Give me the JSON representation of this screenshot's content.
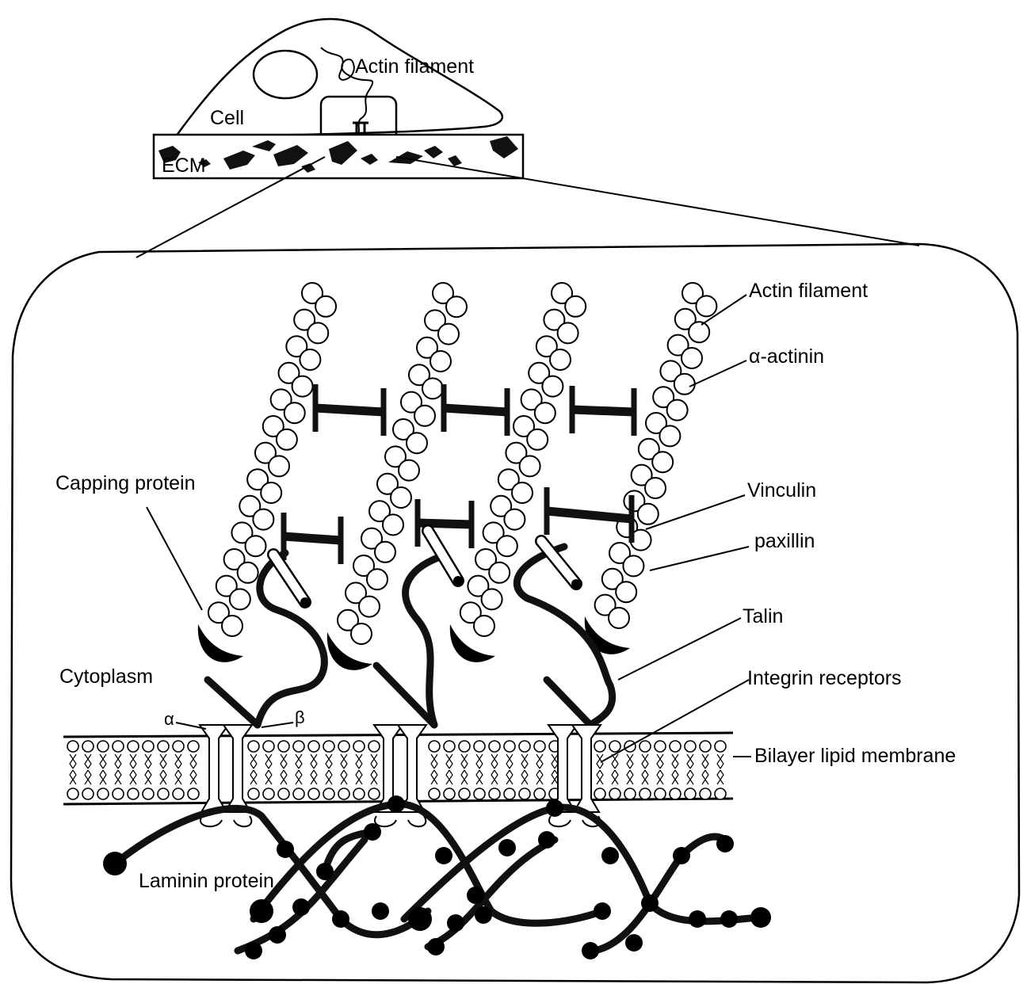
{
  "overview": {
    "actin_label": "Actin filament",
    "cell_label": "Cell",
    "ecm_label": "ECM"
  },
  "detail": {
    "labels": {
      "actin_filament": "Actin filament",
      "alpha_actinin": "α-actinin",
      "capping_protein": "Capping protein",
      "vinculin": "Vinculin",
      "paxillin": "paxillin",
      "talin": "Talin",
      "cytoplasm": "Cytoplasm",
      "integrin_receptors": "Integrin receptors",
      "alpha": "α",
      "beta": "β",
      "bilayer": "Bilayer lipid membrane",
      "laminin": "Laminin protein"
    }
  }
}
